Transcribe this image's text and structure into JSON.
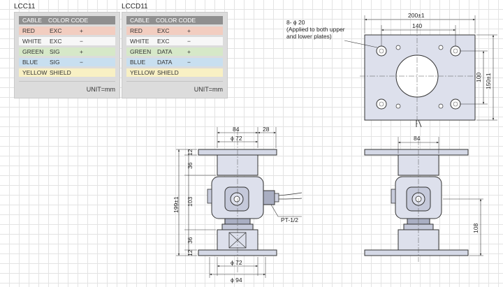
{
  "tables": [
    {
      "title": "LCC11",
      "headers": [
        "CABLE",
        "COLOR CODE"
      ],
      "rows": [
        {
          "color": "RED",
          "signal": "EXC",
          "sign": "+",
          "bg": "#f2cdc0"
        },
        {
          "color": "WHITE",
          "signal": "EXC",
          "sign": "−",
          "bg": "#f7f7f7"
        },
        {
          "color": "GREEN",
          "signal": "SIG",
          "sign": "+",
          "bg": "#d6e8c8"
        },
        {
          "color": "BLUE",
          "signal": "SIG",
          "sign": "−",
          "bg": "#c8dff0"
        },
        {
          "color": "YELLOW",
          "signal": "SHIELD",
          "sign": "",
          "bg": "#f8f0c4"
        }
      ],
      "unit": "UNIT=mm"
    },
    {
      "title": "LCCD11",
      "headers": [
        "CABLE",
        "COLOR CODE"
      ],
      "rows": [
        {
          "color": "RED",
          "signal": "EXC",
          "sign": "+",
          "bg": "#f2cdc0"
        },
        {
          "color": "WHITE",
          "signal": "EXC",
          "sign": "−",
          "bg": "#f7f7f7"
        },
        {
          "color": "GREEN",
          "signal": "DATA",
          "sign": "+",
          "bg": "#d6e8c8"
        },
        {
          "color": "BLUE",
          "signal": "DATA",
          "sign": "−",
          "bg": "#c8dff0"
        },
        {
          "color": "YELLOW",
          "signal": "SHIELD",
          "sign": "",
          "bg": "#f8f0c4"
        }
      ],
      "unit": "UNIT=mm"
    }
  ],
  "top_view": {
    "hole_note": "8- ϕ 20",
    "hole_note_2": "(Applied to both upper",
    "hole_note_3": "and lower plates)",
    "width": "200±1",
    "hole_pitch_x": "140",
    "depth": "150±1",
    "hole_pitch_y": "100"
  },
  "front_view": {
    "top_width": "84",
    "cable_offset": "28",
    "top_dia": "ϕ 72",
    "plate_t_top": "12",
    "upper_block": "36",
    "body": "103",
    "lower_block": "36",
    "plate_t_bot": "12",
    "total": "199±1",
    "thread": "PT-1/2",
    "bottom_dia": "ϕ 72",
    "base_dia": "ϕ 94"
  },
  "side_view": {
    "top_width": "84",
    "height": "108"
  },
  "colors": {
    "line": "#333333",
    "plate_fill": "#d4d8e6",
    "body_fill": "#dde0ec",
    "dark_fill": "#a9aec2"
  }
}
